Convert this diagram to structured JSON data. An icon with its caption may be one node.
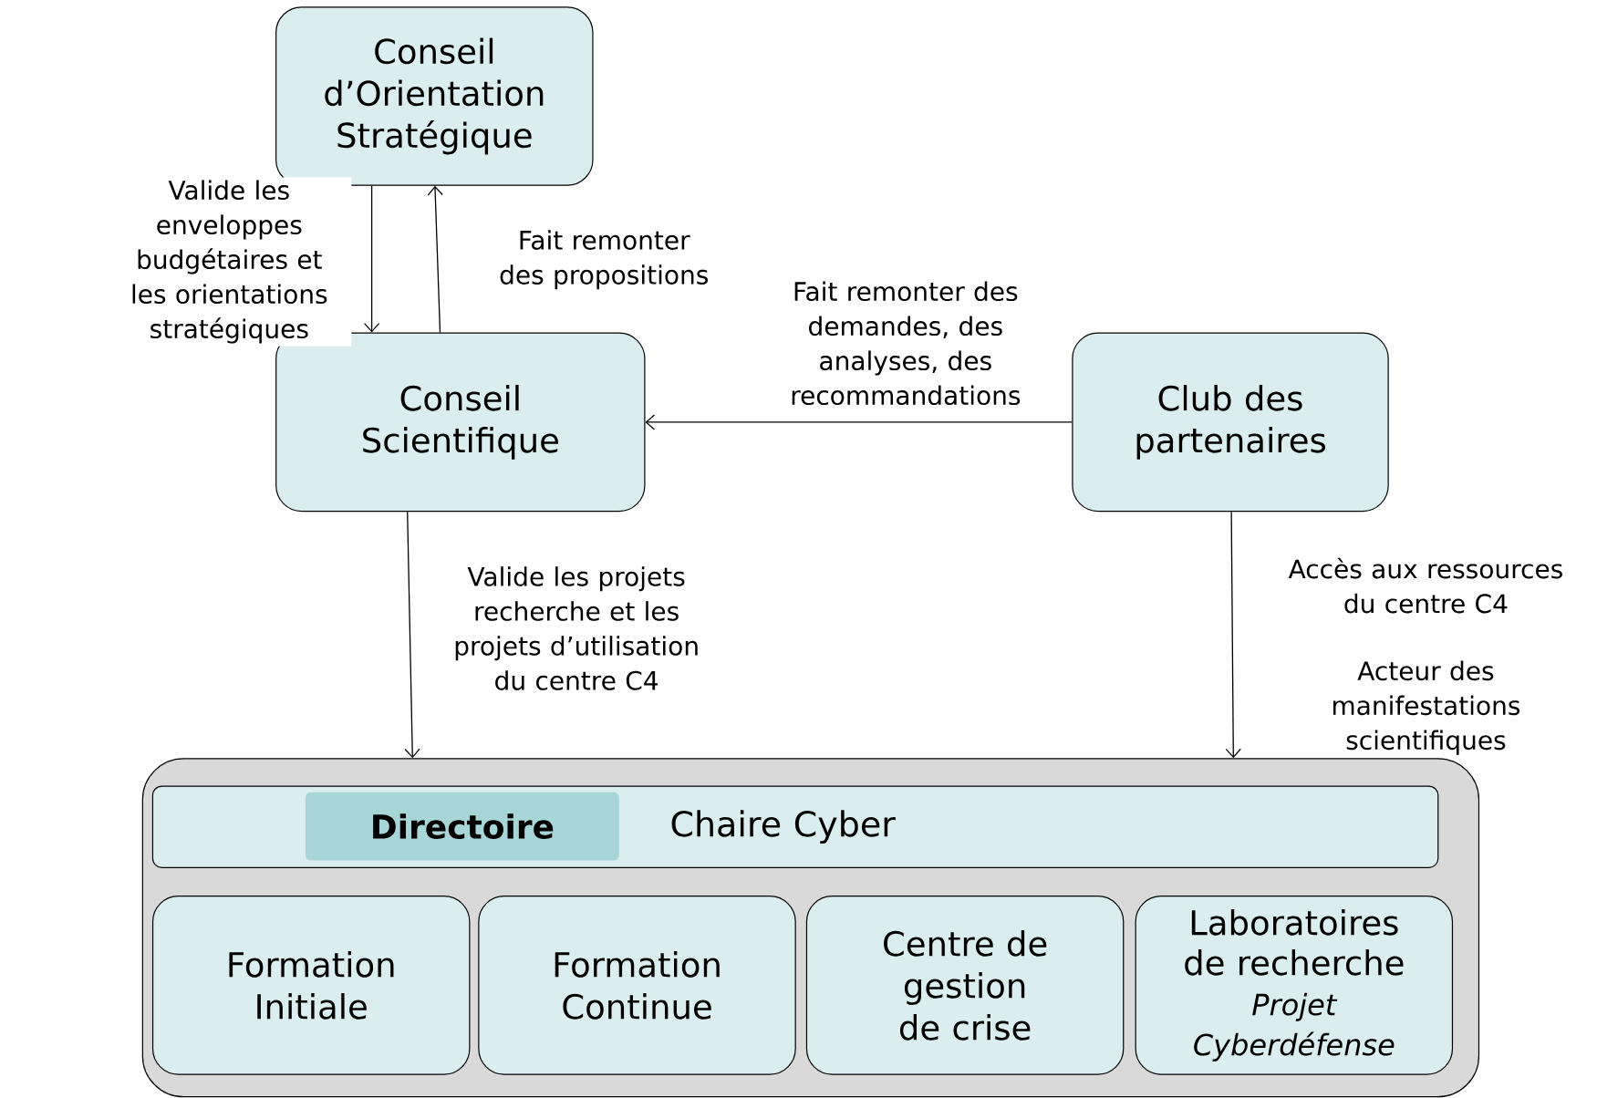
{
  "diagram": {
    "nodes": [
      {
        "text": [
          "Conseil d’Orientation Stratégique"
        ]
      },
      {
        "text": [
          "Conseil Scientifique"
        ]
      },
      {
        "text": [
          "Club des partenaires"
        ]
      },
      {
        "text": [],
        "shape": "box"
      },
      {
        "text": [
          "Chaire Cyber"
        ],
        "in": 3
      },
      {
        "text": [
          "Directoire"
        ],
        "in": 4
      },
      {
        "text": [
          "Formation Initiale"
        ],
        "in": 3
      },
      {
        "text": [
          "Formation Continue"
        ],
        "in": 3
      },
      {
        "text": [
          "Centre de gestion de crise"
        ],
        "in": 3
      },
      {
        "text": [
          "Laboratoires de recherche",
          "Projet Cyberdéfense"
        ],
        "in": 3
      }
    ],
    "edges": [
      {
        "from": 0,
        "to": 1,
        "arrow": "to",
        "label": "Valide les enveloppes budgétaires et les orientations stratégiques"
      },
      {
        "from": 1,
        "to": 0,
        "arrow": "to",
        "label": "Fait remonter des propositions"
      },
      {
        "from": 2,
        "to": 1,
        "arrow": "to",
        "label": "Fait remonter des demandes, des analyses, des recommandations"
      },
      {
        "from": 1,
        "to": 3,
        "arrow": "to",
        "label": "Valide les projets recherche et les projets d’utilisation du centre C4"
      },
      {
        "from": 2,
        "to": 3,
        "arrow": "to",
        "label": "Accès aux ressources du centre C4"
      }
    ],
    "labels": [
      "Acteur des manifestations scientifiques"
    ]
  }
}
